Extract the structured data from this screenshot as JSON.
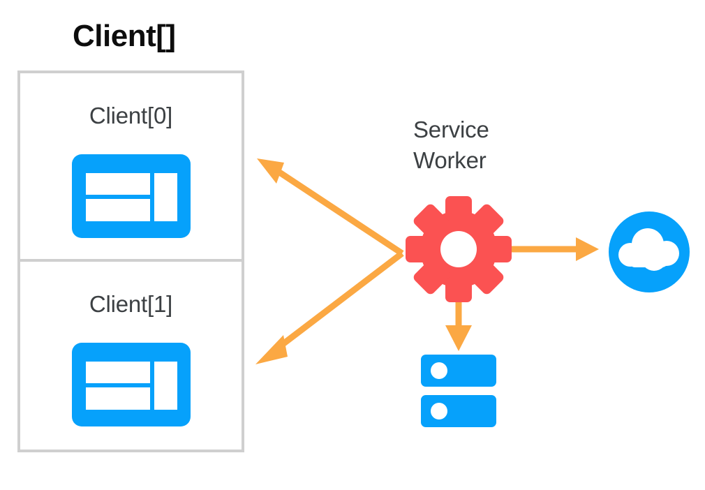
{
  "diagram": {
    "title": "Client[]",
    "background_color": "#ffffff",
    "palette": {
      "blue": "#06a1fb",
      "red": "#fb5252",
      "orange": "#fba843",
      "box_border": "#cfcfcf",
      "text_dark": "#3c4043",
      "title_black": "#0d0d0d"
    }
  },
  "clients_group": {
    "title": "Client[]",
    "items": [
      {
        "label": "Client[0]",
        "icon": "browser-window-icon"
      },
      {
        "label": "Client[1]",
        "icon": "browser-window-icon"
      }
    ]
  },
  "service_worker": {
    "label": "Service\nWorker",
    "icon": "gear-icon",
    "icon_color": "#fb5252"
  },
  "network": {
    "label": "",
    "icon": "cloud-icon",
    "icon_color": "#06a1fb"
  },
  "storage": {
    "label": "",
    "icon": "server-icon",
    "icon_color": "#06a1fb"
  },
  "connections": [
    {
      "name": "sw-to-client0",
      "from": "service-worker",
      "to": "client-0",
      "direction": "to-client",
      "color": "#fba843"
    },
    {
      "name": "sw-to-client1",
      "from": "service-worker",
      "to": "client-1",
      "direction": "to-client",
      "color": "#fba843"
    },
    {
      "name": "sw-to-network",
      "from": "service-worker",
      "to": "cloud",
      "direction": "to-network",
      "color": "#fba843"
    },
    {
      "name": "sw-to-storage",
      "from": "service-worker",
      "to": "server",
      "direction": "to-storage",
      "color": "#fba843"
    }
  ]
}
